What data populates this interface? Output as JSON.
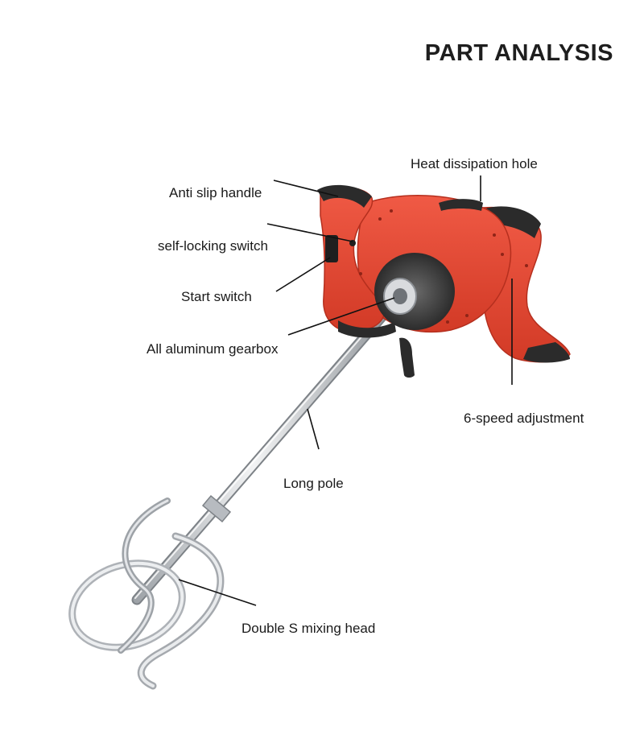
{
  "title": "PART ANALYSIS",
  "labels": {
    "anti_slip_handle": "Anti slip handle",
    "heat_dissipation_hole": "Heat dissipation hole",
    "self_locking_switch": "self-locking switch",
    "start_switch": "Start switch",
    "all_aluminum_gearbox": "All aluminum gearbox",
    "six_speed_adjustment": "6-speed adjustment",
    "long_pole": "Long pole",
    "double_s_mixing_head": "Double S mixing head"
  },
  "colors": {
    "body": "#e8432f",
    "body_shadow": "#c5321f",
    "grip": "#2b2b2b",
    "metal": "#c9ccd0",
    "leader": "#111111"
  }
}
